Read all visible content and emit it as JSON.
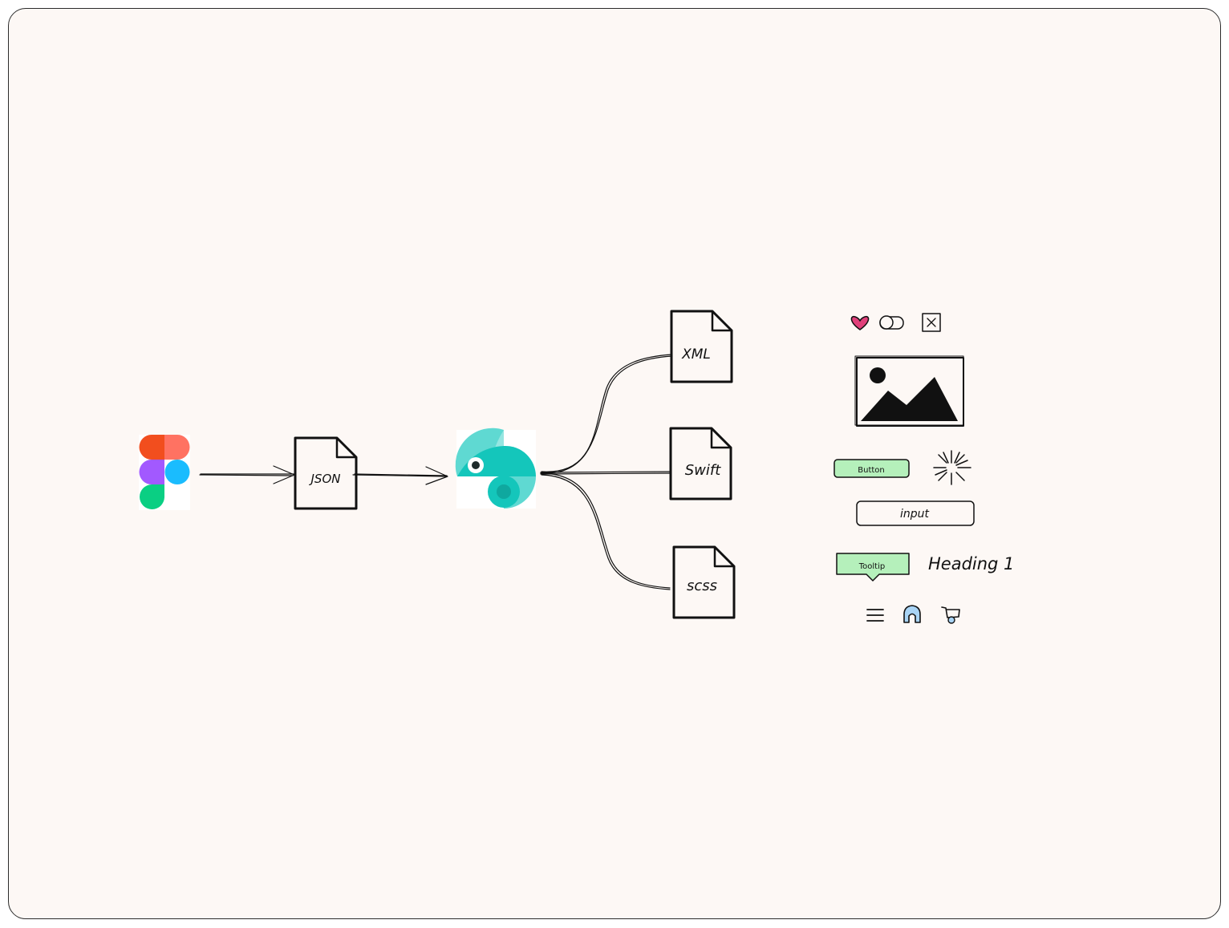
{
  "diagram": {
    "source_icon": "figma-logo-icon",
    "converter_icon": "chameleon-logo-icon",
    "files": {
      "json": "JSON",
      "xml": "XML",
      "swift": "Swift",
      "scss": "scss"
    },
    "components": {
      "button_label": "Button",
      "input_label": "input",
      "tooltip_label": "Tooltip",
      "heading_label": "Heading 1",
      "icons": [
        "heart-icon",
        "toggle-icon",
        "close-box-icon",
        "image-placeholder-icon",
        "spinner-icon",
        "menu-icon",
        "home-icon",
        "cart-icon"
      ]
    }
  },
  "colors": {
    "background": "#fdf8f5",
    "ink": "#111111",
    "component_green": "#b5f0bb",
    "heart": "#e0407a",
    "home_fill": "#a9d4f5",
    "figma_red": "#f24e1e",
    "figma_salmon": "#ff7262",
    "figma_purple": "#a259ff",
    "figma_blue": "#1abcfe",
    "figma_green": "#0acf83",
    "chameleon_teal": "#14c6bb",
    "chameleon_light": "#5fd9d2"
  }
}
